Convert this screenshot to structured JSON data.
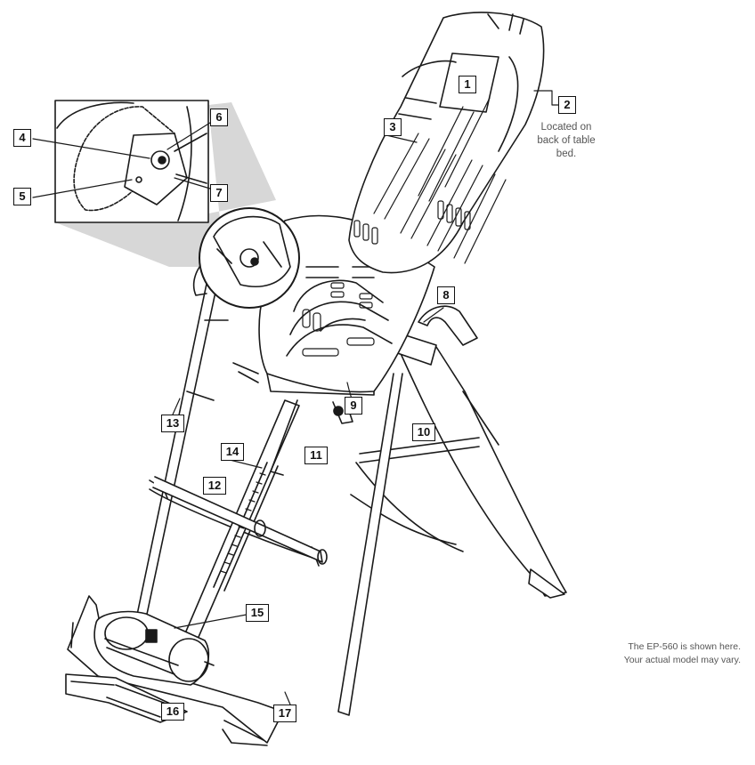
{
  "callouts": [
    "1",
    "2",
    "3",
    "4",
    "5",
    "6",
    "7",
    "8",
    "9",
    "10",
    "11",
    "12",
    "13",
    "14",
    "15",
    "16",
    "17"
  ],
  "note_back_of_bed": {
    "line1": "Located on",
    "line2": "back of table",
    "line3": "bed."
  },
  "note_model": {
    "line1": "The EP-560 is shown here.",
    "line2": "Your actual model may vary."
  },
  "colors": {
    "line": "#1a1a1a",
    "inset_shadow": "#d7d7d7",
    "note_text": "#555555"
  }
}
